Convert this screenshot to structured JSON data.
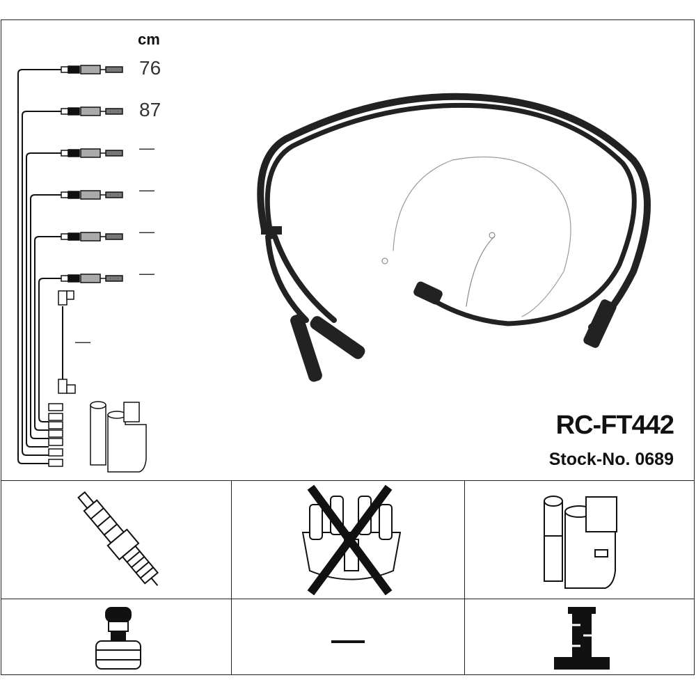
{
  "cable_list": {
    "unit": "cm",
    "lengths": [
      "76",
      "87",
      "—",
      "—",
      "—",
      "—",
      "—"
    ]
  },
  "product": {
    "part_number": "RC-FT442",
    "stock_number": "Stock-No. 0689"
  },
  "fitment_grid": {
    "row1": [
      "spark-plug",
      "distributor-cap-not-applicable",
      "ignition-coil"
    ],
    "row2": [
      "plug-terminal",
      "—",
      "coil-terminal"
    ]
  }
}
